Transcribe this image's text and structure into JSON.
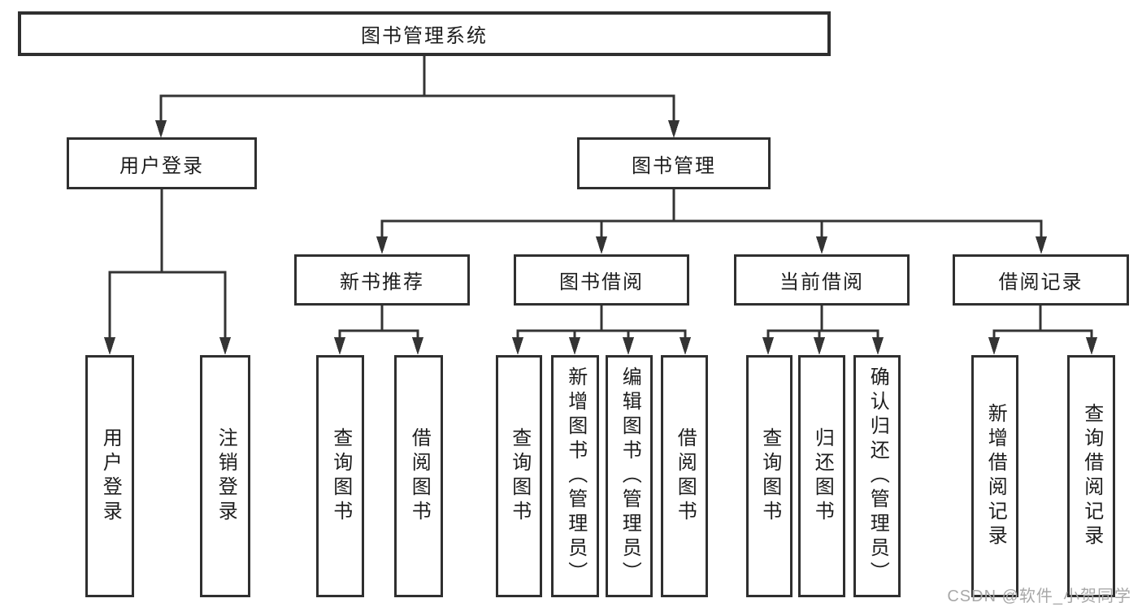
{
  "diagram": {
    "title": "图书管理系统",
    "colors": {
      "background": "#ffffff",
      "line": "#343434",
      "border": "#2f2f2f",
      "text": "#1d1d1d",
      "watermark": "#a8a8a8"
    },
    "watermark": {
      "text": "CSDN @软件_小贺同学"
    },
    "tree": {
      "root": {
        "label": "图书管理系统"
      },
      "level2": [
        {
          "label": "用户登录"
        },
        {
          "label": "图书管理"
        }
      ],
      "level3": [
        {
          "label": "新书推荐"
        },
        {
          "label": "图书借阅"
        },
        {
          "label": "当前借阅"
        },
        {
          "label": "借阅记录"
        }
      ],
      "leaves": [
        {
          "label": "用户登录"
        },
        {
          "label": "注销登录"
        },
        {
          "label": "查询图书"
        },
        {
          "label": "借阅图书"
        },
        {
          "label": "查询图书"
        },
        {
          "label": "新增图书（管理员）"
        },
        {
          "label": "编辑图书（管理员）"
        },
        {
          "label": "借阅图书"
        },
        {
          "label": "查询图书"
        },
        {
          "label": "归还图书"
        },
        {
          "label": "确认归还（管理员）"
        },
        {
          "label": "新增借阅记录"
        },
        {
          "label": "查询借阅记录"
        }
      ]
    }
  }
}
